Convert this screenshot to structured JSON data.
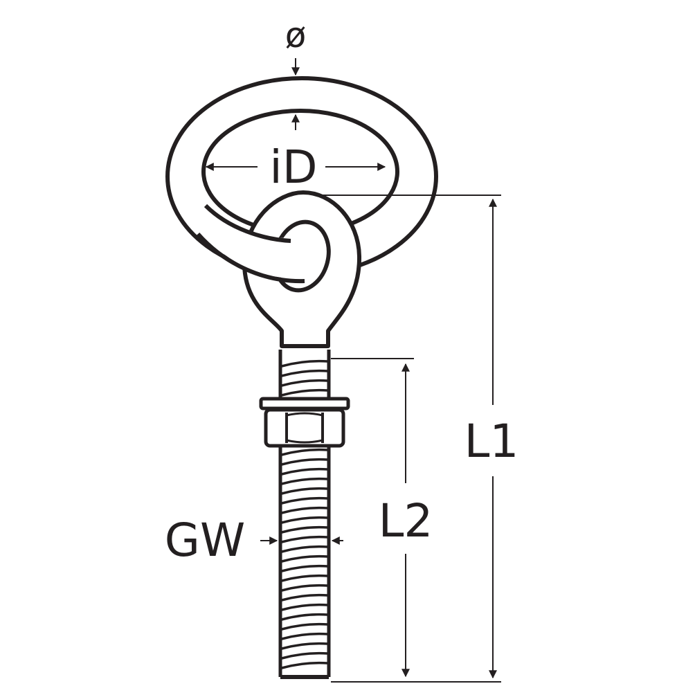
{
  "labels": {
    "diameter": "ø",
    "inner_diameter": "iD",
    "length_total": "L1",
    "length_thread": "L2",
    "thread_width": "GW"
  },
  "colors": {
    "stroke": "#231f20",
    "fill": "#ffffff"
  }
}
